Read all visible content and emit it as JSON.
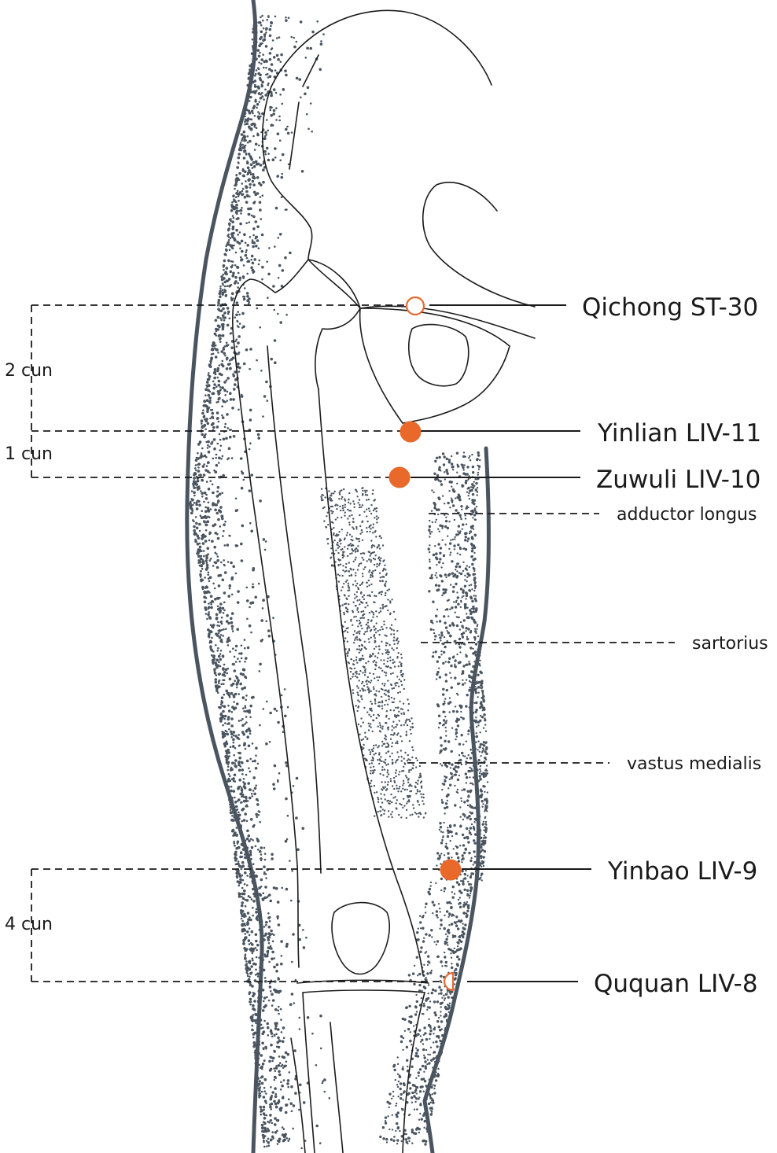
{
  "colors": {
    "point_fill": "#e8692a",
    "point_stroke": "#e8692a",
    "line": "#1a1a1a",
    "stipple": "#4a5560",
    "background": "#ffffff"
  },
  "points": [
    {
      "id": "st30",
      "label": "Qichong ST-30",
      "style": "hollow"
    },
    {
      "id": "liv11",
      "label": "Yinlian LIV-11",
      "style": "filled"
    },
    {
      "id": "liv10",
      "label": "Zuwuli LIV-10",
      "style": "filled"
    },
    {
      "id": "liv9",
      "label": "Yinbao LIV-9",
      "style": "filled"
    },
    {
      "id": "liv8",
      "label": "Ququan LIV-8",
      "style": "half"
    }
  ],
  "muscles": [
    {
      "id": "adductor",
      "label": "adductor longus"
    },
    {
      "id": "sartorius",
      "label": "sartorius"
    },
    {
      "id": "vastus",
      "label": "vastus medialis"
    }
  ],
  "measurements": [
    {
      "id": "m1",
      "label": "2 cun"
    },
    {
      "id": "m2",
      "label": "1 cun"
    },
    {
      "id": "m3",
      "label": "4 cun"
    }
  ]
}
